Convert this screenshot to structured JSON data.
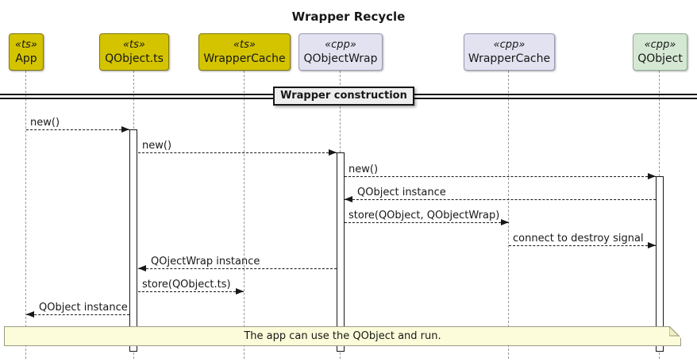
{
  "title": "Wrapper Recycle",
  "divider": {
    "label": "Wrapper construction"
  },
  "participants": [
    {
      "stereotype": "«ts»",
      "name": "App"
    },
    {
      "stereotype": "«ts»",
      "name": "QObject.ts"
    },
    {
      "stereotype": "«ts»",
      "name": "WrapperCache"
    },
    {
      "stereotype": "«cpp»",
      "name": "QObjectWrap"
    },
    {
      "stereotype": "«cpp»",
      "name": "WrapperCache"
    },
    {
      "stereotype": "«cpp»",
      "name": "QObject"
    }
  ],
  "messages": [
    {
      "label": "new()",
      "from": "App",
      "to": "QObject.ts"
    },
    {
      "label": "new()",
      "from": "QObject.ts",
      "to": "QObjectWrap"
    },
    {
      "label": "new()",
      "from": "QObjectWrap",
      "to": "QObject"
    },
    {
      "label": "QObject instance",
      "from": "QObject",
      "to": "QObjectWrap"
    },
    {
      "label": "store(QObject, QObjectWrap)",
      "from": "QObjectWrap",
      "to": "WrapperCache (cpp)"
    },
    {
      "label": "connect to destroy signal",
      "from": "WrapperCache (cpp)",
      "to": "QObject"
    },
    {
      "label": "QOjectWrap instance",
      "from": "QObjectWrap",
      "to": "QObject.ts"
    },
    {
      "label": "store(QObject.ts)",
      "from": "QObject.ts",
      "to": "WrapperCache (ts)"
    },
    {
      "label": "QObject instance",
      "from": "QObject.ts",
      "to": "App"
    }
  ],
  "note": {
    "text": "The app can use the QObject and run."
  },
  "colors": {
    "ts_fill": "#D4C400",
    "ts_border": "#807800",
    "cpp_fill": "#E2E2F0",
    "cpp_border": "#9A9AB4",
    "qobject_fill": "#D5E8D4",
    "qobject_border": "#93AE93",
    "note_fill": "#FCFCDA",
    "note_border": "#9C9C84",
    "divider_fill": "#EEEEEE",
    "line": "#181818",
    "lifeline": "#999999",
    "activation_fill": "#FFFFFF"
  }
}
